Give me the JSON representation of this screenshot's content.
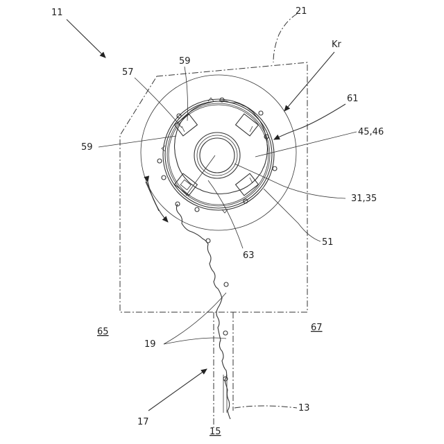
{
  "figure": {
    "labels": {
      "l11": "11",
      "l21": "21",
      "lKr": "Kr",
      "l57": "57",
      "l59a": "59",
      "l59b": "59",
      "l61": "61",
      "l4546": "45,46",
      "l3135": "31,35",
      "l51": "51",
      "l63": "63",
      "l65": "65",
      "l67": "67",
      "l19": "19",
      "l17": "17",
      "l13": "13",
      "l15": "15"
    }
  }
}
